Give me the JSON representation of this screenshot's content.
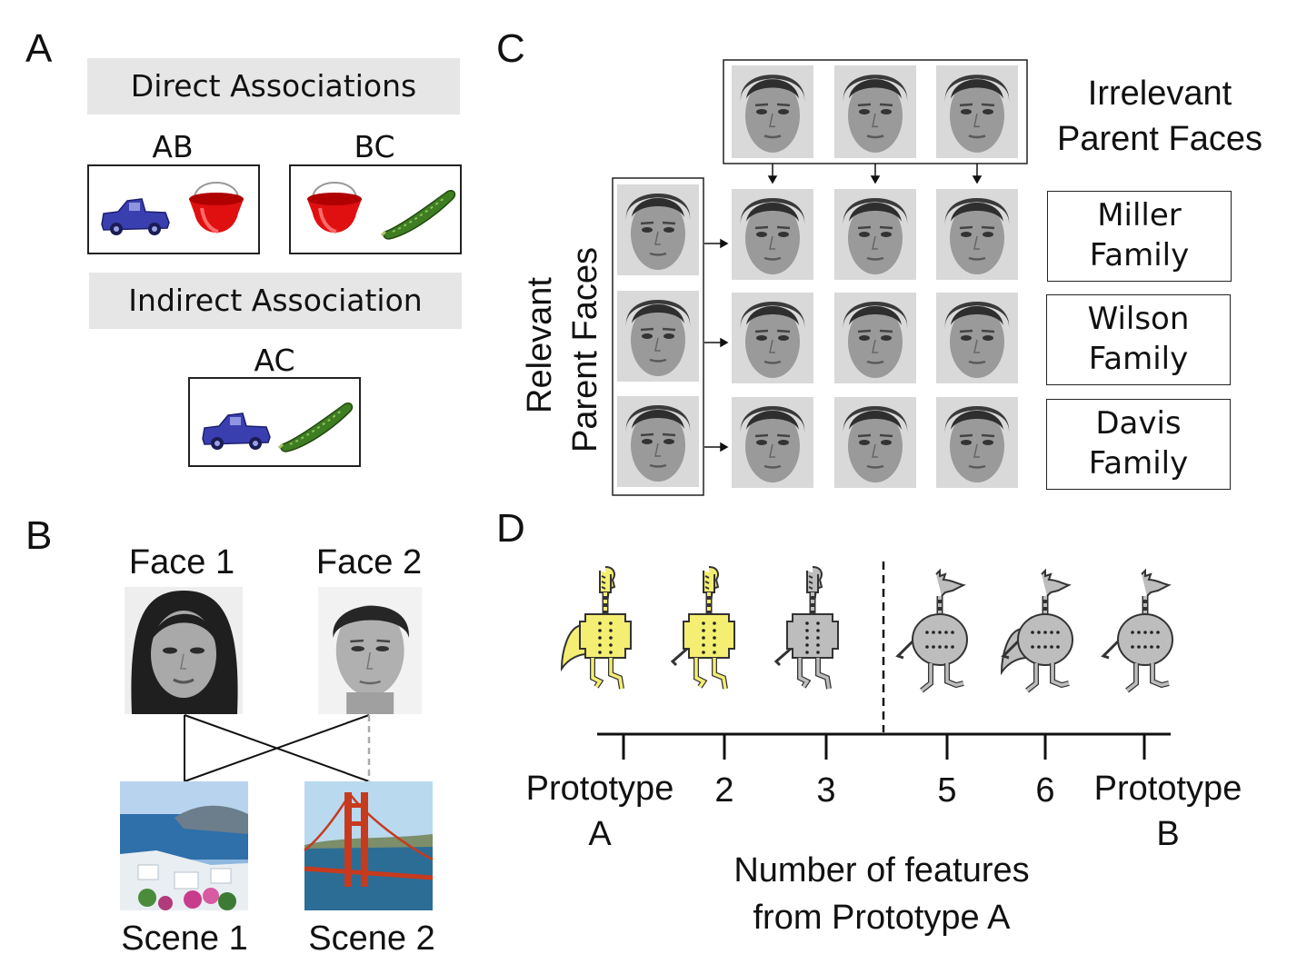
{
  "panels": {
    "a": "A",
    "b": "B",
    "c": "C",
    "d": "D"
  },
  "panel_a": {
    "direct_title": "Direct Associations",
    "indirect_title": "Indirect Association",
    "pair_ab": "AB",
    "pair_bc": "BC",
    "pair_ac": "AC",
    "object_icons": [
      "toy-truck-icon",
      "red-bucket-icon",
      "cucumber-icon"
    ],
    "colors": {
      "truck": "#3a3fb0",
      "bucket": "#e01010",
      "cucumber": "#3e7d22",
      "header_bg": "#e6e6e6"
    }
  },
  "panel_b": {
    "face1": "Face 1",
    "face2": "Face 2",
    "scene1": "Scene 1",
    "scene2": "Scene 2"
  },
  "panel_c": {
    "irrelevant_line1": "Irrelevant",
    "irrelevant_line2": "Parent Faces",
    "relevant_line1": "Relevant",
    "relevant_line2": "Parent Faces",
    "families": [
      {
        "line1": "Miller",
        "line2": "Family"
      },
      {
        "line1": "Wilson",
        "line2": "Family"
      },
      {
        "line1": "Davis",
        "line2": "Family"
      }
    ]
  },
  "panel_d": {
    "tick_labels": [
      "Prototype",
      "2",
      "3",
      "5",
      "6",
      "Prototype"
    ],
    "proto_a_letter": "A",
    "proto_b_letter": "B",
    "axis_line1": "Number of features",
    "axis_line2": "from Prototype A",
    "colors": {
      "prototype_a": "#f4ee72",
      "prototype_b": "#bdbdbd"
    }
  }
}
